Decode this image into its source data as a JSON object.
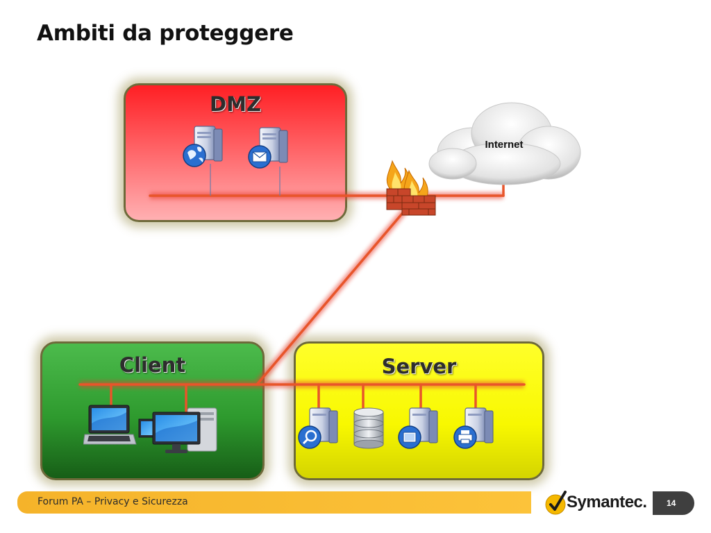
{
  "slide": {
    "title": "Ambiti da proteggere",
    "page_number": "14"
  },
  "zones": {
    "dmz": {
      "label": "DMZ",
      "color": "#ff3034"
    },
    "client": {
      "label": "Client",
      "color": "#2e9a2e"
    },
    "server": {
      "label": "Server",
      "color": "#ffff00"
    }
  },
  "internet": {
    "label": "Internet"
  },
  "network_line_color": "#e8552a",
  "icons": {
    "dmz": [
      "web-server-icon",
      "mail-server-icon"
    ],
    "client": [
      "laptop-icon",
      "desktop-pc-icon"
    ],
    "server": [
      "search-server-icon",
      "database-icon",
      "application-server-icon",
      "print-server-icon"
    ],
    "gateway": [
      "firewall-icon",
      "cloud-icon"
    ]
  },
  "footer": {
    "prefix": "Forum PA",
    "separator": " – ",
    "text": "Privacy e Sicurezza",
    "brand": "Symantec."
  }
}
